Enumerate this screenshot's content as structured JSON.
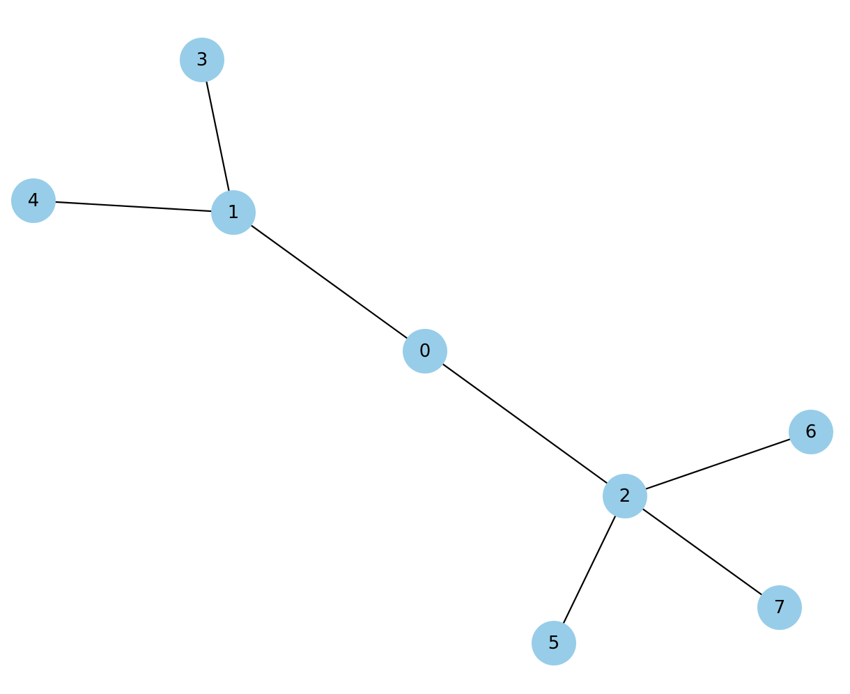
{
  "graph": {
    "node_color": "#97cde8",
    "edge_color": "#000000",
    "nodes": [
      {
        "id": "0",
        "label": "0"
      },
      {
        "id": "1",
        "label": "1"
      },
      {
        "id": "2",
        "label": "2"
      },
      {
        "id": "3",
        "label": "3"
      },
      {
        "id": "4",
        "label": "4"
      },
      {
        "id": "5",
        "label": "5"
      },
      {
        "id": "6",
        "label": "6"
      },
      {
        "id": "7",
        "label": "7"
      }
    ],
    "edges": [
      {
        "source": "0",
        "target": "1"
      },
      {
        "source": "0",
        "target": "2"
      },
      {
        "source": "1",
        "target": "3"
      },
      {
        "source": "1",
        "target": "4"
      },
      {
        "source": "2",
        "target": "5"
      },
      {
        "source": "2",
        "target": "6"
      },
      {
        "source": "2",
        "target": "7"
      }
    ]
  }
}
